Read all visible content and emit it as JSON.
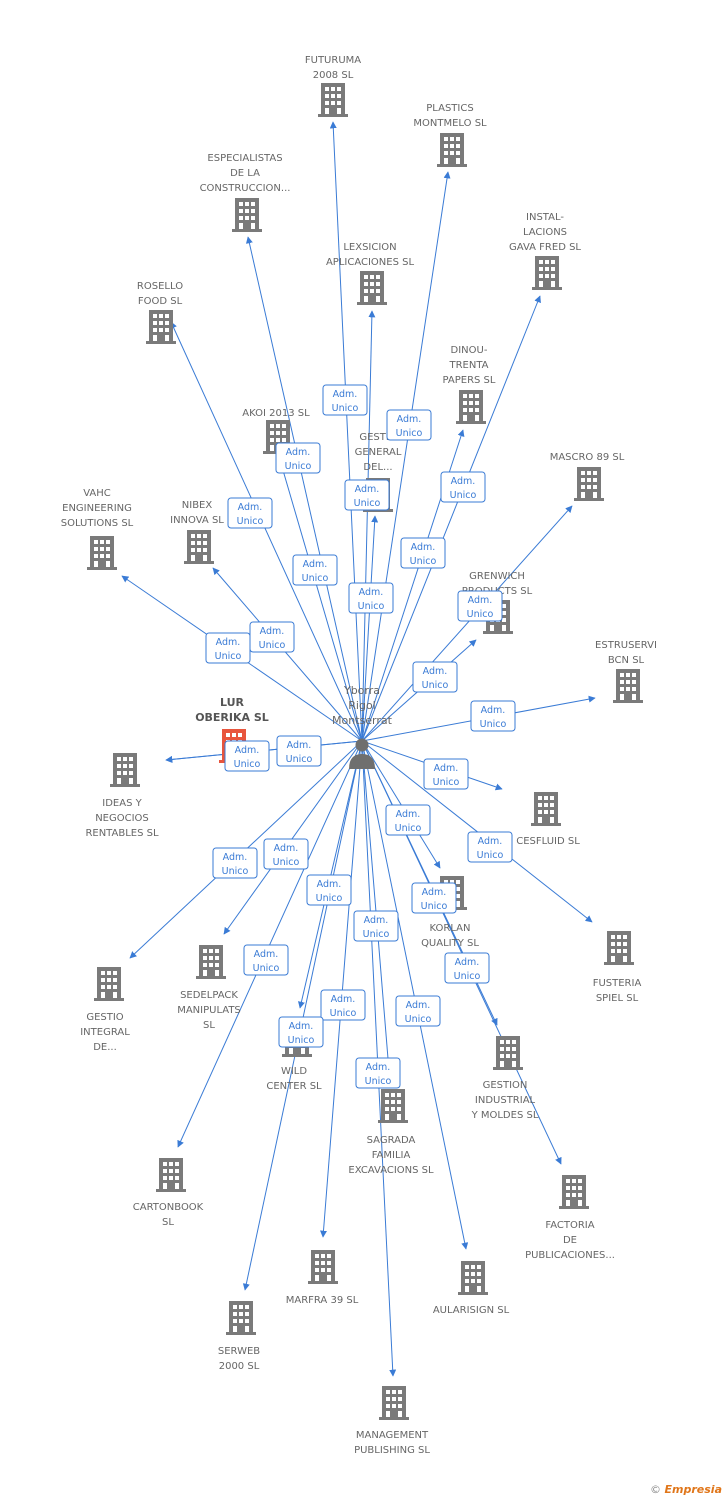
{
  "colors": {
    "edge": "#3a7bd5",
    "building": "#7a7a7a",
    "highlight": "#e8553d",
    "person": "#6f6f6f",
    "text": "#666666"
  },
  "center": {
    "label": [
      "Yborra",
      "Rigol",
      "Montserrat"
    ],
    "icon": "person-icon"
  },
  "badge": [
    "Adm.",
    "Unico"
  ],
  "watermark": {
    "copyright": "©",
    "brand": "Empresia"
  },
  "nodes": [
    {
      "id": "futuruma",
      "label": [
        "FUTURUMA",
        "2008 SL"
      ]
    },
    {
      "id": "plastics",
      "label": [
        "PLASTICS",
        "MONTMELO  SL"
      ]
    },
    {
      "id": "especialistas",
      "label": [
        "ESPECIALISTAS",
        "DE LA",
        "CONSTRUCCION..."
      ]
    },
    {
      "id": "installacions",
      "label": [
        "INSTAL-",
        "LACIONS",
        "GAVA FRED SL"
      ]
    },
    {
      "id": "lexsicion",
      "label": [
        "LEXSICION",
        "APLICACIONES SL"
      ]
    },
    {
      "id": "rosello",
      "label": [
        "ROSELLO",
        "FOOD SL"
      ]
    },
    {
      "id": "dinou",
      "label": [
        "DINOU-",
        "TRENTA",
        "PAPERS  SL"
      ]
    },
    {
      "id": "akoi",
      "label": [
        "AKOI 2013  SL"
      ]
    },
    {
      "id": "gestio_general",
      "label": [
        "GESTIO",
        "GENERAL",
        "DEL..."
      ]
    },
    {
      "id": "mascro",
      "label": [
        "MASCRO 89 SL"
      ]
    },
    {
      "id": "vahc",
      "label": [
        "VAHC",
        "ENGINEERING",
        "SOLUTIONS SL"
      ]
    },
    {
      "id": "nibex",
      "label": [
        "NIBEX",
        "INNOVA SL"
      ]
    },
    {
      "id": "grenwich",
      "label": [
        "GRENWICH",
        "PRODUCTS SL"
      ]
    },
    {
      "id": "estruservi",
      "label": [
        "ESTRUSERVI",
        "BCN SL"
      ]
    },
    {
      "id": "lur",
      "label": [
        "LUR",
        "OBERIKA SL"
      ],
      "highlight": true
    },
    {
      "id": "ideas",
      "label": [
        "IDEAS Y",
        "NEGOCIOS",
        "RENTABLES SL"
      ]
    },
    {
      "id": "cesfluid",
      "label": [
        "CESFLUID SL"
      ]
    },
    {
      "id": "korlan",
      "label": [
        "KORLAN",
        "QUALITY SL"
      ]
    },
    {
      "id": "fusteria",
      "label": [
        "FUSTERIA",
        "SPIEL  SL"
      ]
    },
    {
      "id": "gestio_integral",
      "label": [
        "GESTIO",
        "INTEGRAL",
        "DE..."
      ]
    },
    {
      "id": "sedelpack",
      "label": [
        "SEDELPACK",
        "MANIPULATS",
        "SL"
      ]
    },
    {
      "id": "wild",
      "label": [
        "WILD",
        "CENTER SL"
      ]
    },
    {
      "id": "gestion_industrial",
      "label": [
        "GESTION",
        "INDUSTRIAL",
        "Y MOLDES  SL"
      ]
    },
    {
      "id": "sagrada",
      "label": [
        "SAGRADA",
        "FAMILIA",
        "EXCAVACIONS SL"
      ]
    },
    {
      "id": "cartonbook",
      "label": [
        "CARTONBOOK",
        "SL"
      ]
    },
    {
      "id": "factoria",
      "label": [
        "FACTORIA",
        "DE",
        "PUBLICACIONES..."
      ]
    },
    {
      "id": "marfra",
      "label": [
        "MARFRA 39  SL"
      ]
    },
    {
      "id": "aularisign",
      "label": [
        "AULARISIGN SL"
      ]
    },
    {
      "id": "serweb",
      "label": [
        "SERWEB",
        "2000  SL"
      ]
    },
    {
      "id": "management",
      "label": [
        "MANAGEMENT",
        "PUBLISHING SL"
      ]
    }
  ]
}
